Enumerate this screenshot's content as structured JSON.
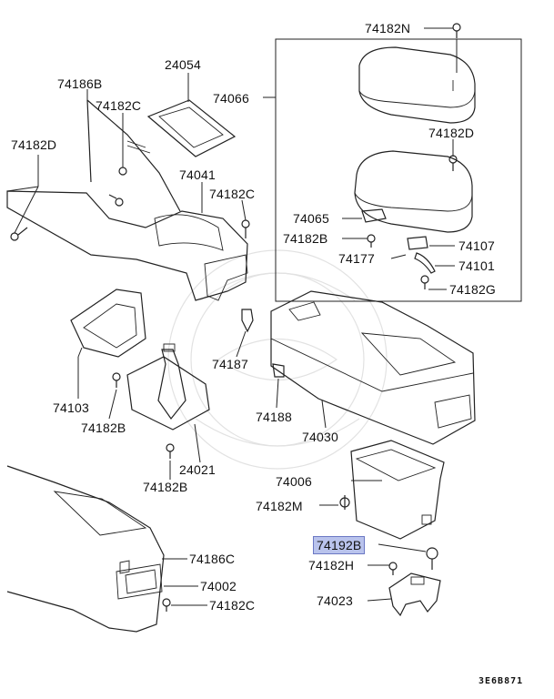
{
  "labels": {
    "l_74182N_top": "74182N",
    "l_74054": "24054",
    "l_74066": "74066",
    "l_74186B": "74186B",
    "l_74182C_a": "74182C",
    "l_74182D_left": "74182D",
    "l_74041": "74041",
    "l_74182C_b": "74182C",
    "l_74182D_right": "74182D",
    "l_74065": "74065",
    "l_74182B_a": "74182B",
    "l_74107": "74107",
    "l_74177": "74177",
    "l_74101": "74101",
    "l_74182G": "74182G",
    "l_74187": "74187",
    "l_74103": "74103",
    "l_74182B_b": "74182B",
    "l_74188": "74188",
    "l_74030": "74030",
    "l_24021": "24021",
    "l_74182B_c": "74182B",
    "l_74006": "74006",
    "l_74182M": "74182M",
    "l_74192B": "74192B",
    "l_74182H": "74182H",
    "l_74186C": "74186C",
    "l_74002": "74002",
    "l_74023": "74023",
    "l_74182C_c": "74182C",
    "code": "3E6B871"
  }
}
